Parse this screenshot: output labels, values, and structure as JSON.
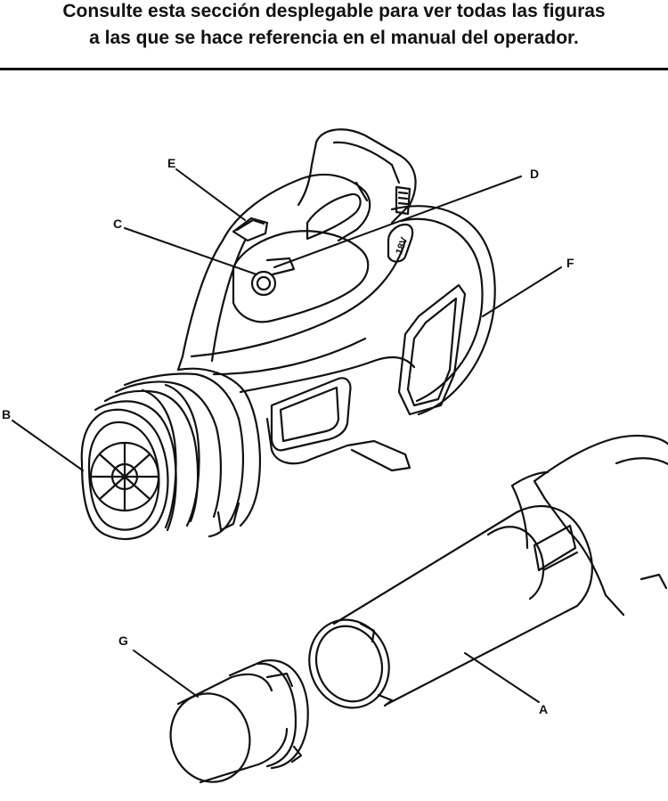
{
  "header": {
    "line1": "Consulte esta sección desplegable para ver todas las figuras",
    "line2": "a las que se hace referencia en el manual del operador."
  },
  "figure": {
    "callouts": {
      "A": "A",
      "B": "B",
      "C": "C",
      "D": "D",
      "E": "E",
      "F": "F",
      "G": "G"
    },
    "badge_text": "18V"
  }
}
